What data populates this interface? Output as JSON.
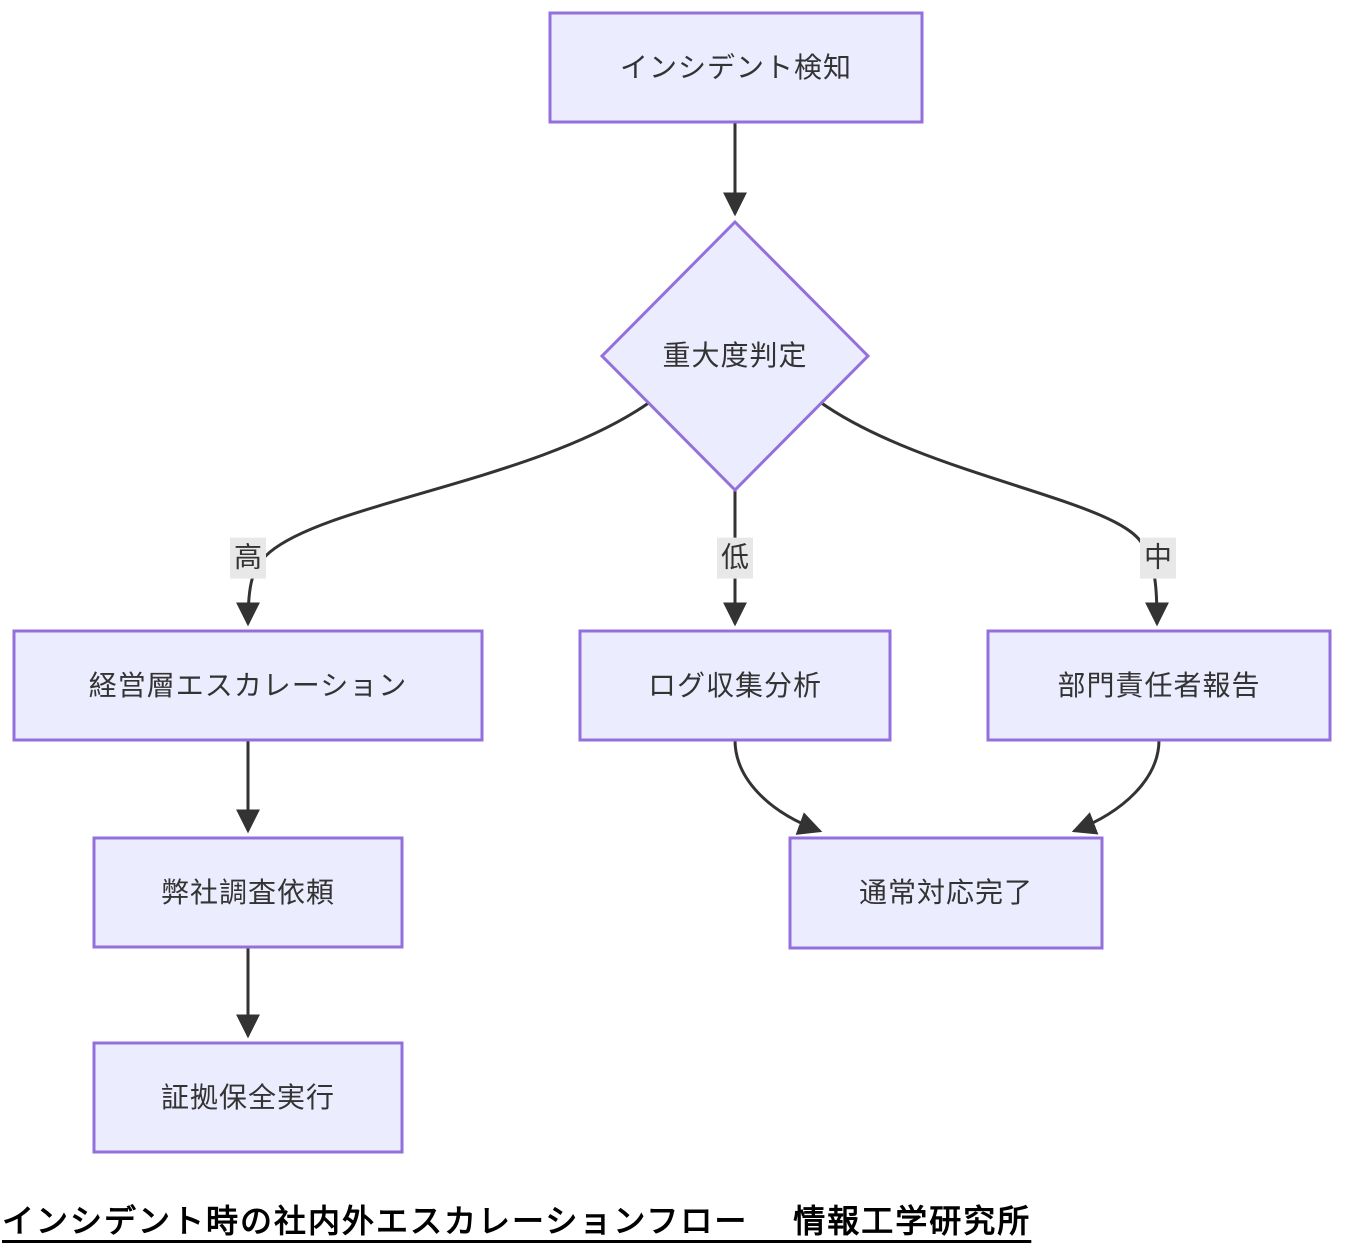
{
  "diagram_type": "flowchart",
  "caption": {
    "text": "インシデント時の社内外エスカレーションフロー　 情報工学研究所"
  },
  "nodes": {
    "incident_detection": {
      "label": "インシデント検知",
      "shape": "rect"
    },
    "severity_judgment": {
      "label": "重大度判定",
      "shape": "diamond"
    },
    "executive_escalation": {
      "label": "経営層エスカレーション",
      "shape": "rect"
    },
    "log_collection_analysis": {
      "label": "ログ収集分析",
      "shape": "rect"
    },
    "department_manager_report": {
      "label": "部門責任者報告",
      "shape": "rect"
    },
    "company_investigation_request": {
      "label": "弊社調査依頼",
      "shape": "rect"
    },
    "normal_response_complete": {
      "label": "通常対応完了",
      "shape": "rect"
    },
    "evidence_preservation": {
      "label": "証拠保全実行",
      "shape": "rect"
    }
  },
  "edge_labels": {
    "high": "高",
    "low": "低",
    "medium": "中"
  },
  "edges": [
    {
      "from": "incident_detection",
      "to": "severity_judgment",
      "label": ""
    },
    {
      "from": "severity_judgment",
      "to": "executive_escalation",
      "label": "高"
    },
    {
      "from": "severity_judgment",
      "to": "log_collection_analysis",
      "label": "低"
    },
    {
      "from": "severity_judgment",
      "to": "department_manager_report",
      "label": "中"
    },
    {
      "from": "executive_escalation",
      "to": "company_investigation_request",
      "label": ""
    },
    {
      "from": "company_investigation_request",
      "to": "evidence_preservation",
      "label": ""
    },
    {
      "from": "log_collection_analysis",
      "to": "normal_response_complete",
      "label": ""
    },
    {
      "from": "department_manager_report",
      "to": "normal_response_complete",
      "label": ""
    }
  ],
  "colors": {
    "node_fill": "#ECECFF",
    "node_border": "#9370DB",
    "edge_line": "#333333",
    "edge_label_bg": "#e8e8e8",
    "node_text": "#333333",
    "caption_text": "#000000",
    "background": "#ffffff"
  }
}
